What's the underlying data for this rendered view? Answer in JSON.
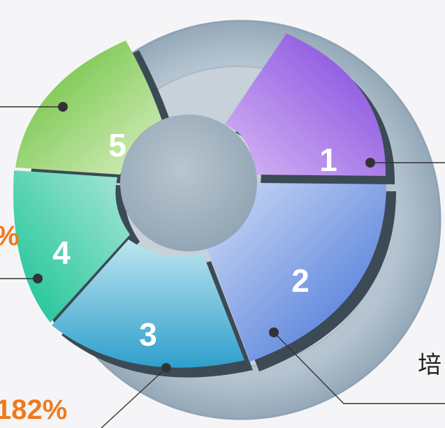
{
  "segments": [
    {
      "label": "1",
      "color_light": "#d6b3f3",
      "color_dark": "#8a4fe0"
    },
    {
      "label": "2",
      "color_light": "#c7d5f6",
      "color_dark": "#4a78d8"
    },
    {
      "label": "3",
      "color_light": "#b7e3ef",
      "color_dark": "#38a7d0"
    },
    {
      "label": "4",
      "color_light": "#a5ead8",
      "color_dark": "#1ec79b"
    },
    {
      "label": "5",
      "color_light": "#d4edbd",
      "color_dark": "#6bc13b"
    }
  ],
  "percent_left_partial": "%",
  "percent_bottom_partial": "182%",
  "side_text_partial": "培",
  "colors": {
    "accent": "#f07a1c",
    "ring_outer": "#bfcbd6",
    "ring_inner": "#9fb1c0"
  }
}
